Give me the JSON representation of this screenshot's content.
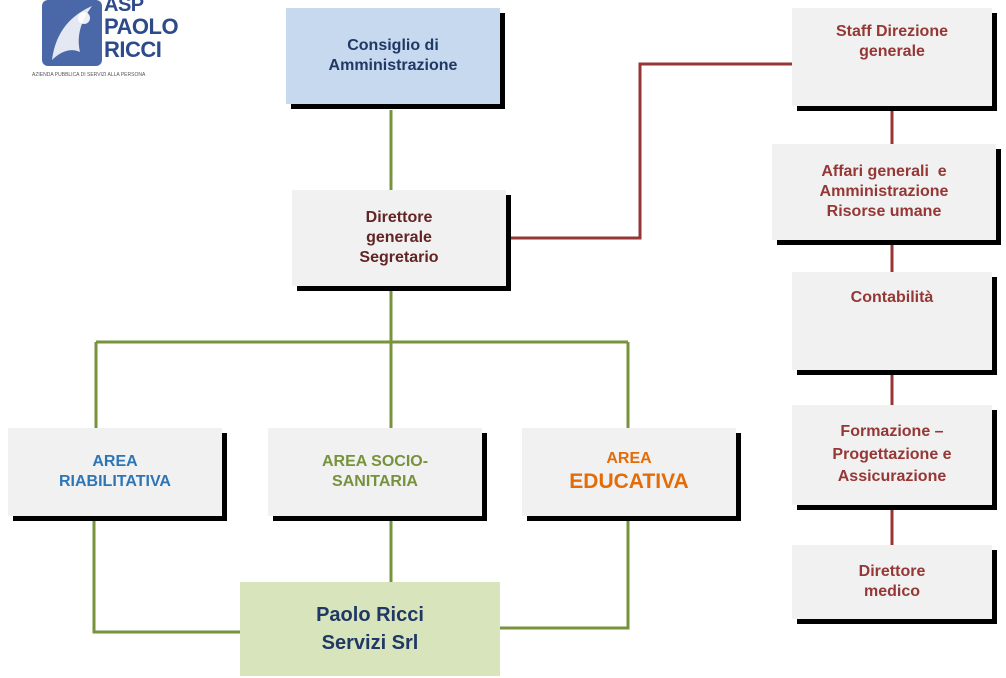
{
  "logo": {
    "line1": "ASP",
    "line2": "PAOLO",
    "line3": "RICCI",
    "subtitle": "AZIENDA PUBBLICA DI SERVIZI ALLA PERSONA"
  },
  "nodes": {
    "consiglio": "Consiglio di Amministrazione",
    "direttore_generale": [
      "Direttore",
      "generale",
      "Segretario"
    ],
    "area_riabilitativa": [
      "AREA",
      "RIABILITATIVA"
    ],
    "area_socio_sanitaria": [
      "AREA SOCIO-",
      "SANITARIA"
    ],
    "area_educativa": [
      "AREA",
      "EDUCATIVA"
    ],
    "servizi_srl": [
      "Paolo Ricci",
      "Servizi Srl"
    ],
    "staff_direzione": [
      "Staff Direzione",
      "generale"
    ],
    "affari_generali": [
      "Affari generali  e",
      "Amministrazione",
      "Risorse umane"
    ],
    "contabilita": "Contabilità",
    "formazione": [
      "Formazione –",
      "Progettazione e",
      "Assicurazione"
    ],
    "direttore_medico": [
      "Direttore",
      "medico"
    ]
  },
  "colors": {
    "blue_text": "#2e75b6",
    "green_text": "#76923c",
    "orange_text": "#e36c09",
    "dark_red": "#953735",
    "green_line": "#77933c",
    "navy": "#1f3864"
  }
}
